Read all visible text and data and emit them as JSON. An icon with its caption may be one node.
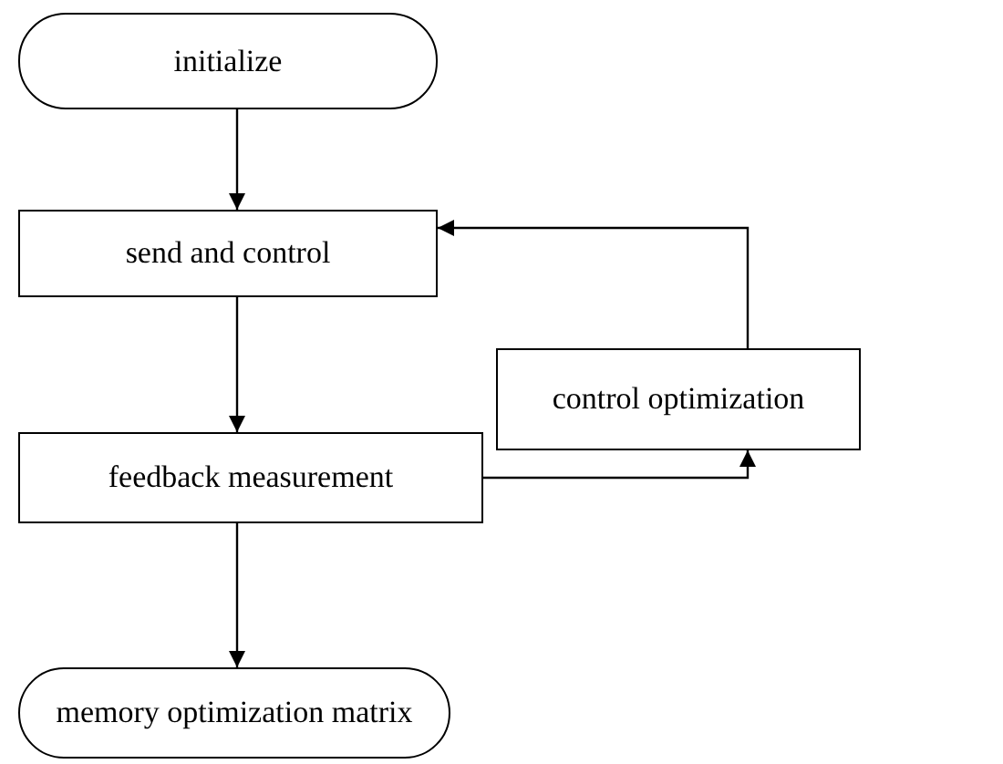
{
  "diagram": {
    "nodes": [
      {
        "text": [
          "initialize"
        ]
      },
      {
        "text": [
          "send and control"
        ]
      },
      {
        "text": [
          "feedback measurement"
        ]
      },
      {
        "text": [
          "memory optimization matrix"
        ]
      },
      {
        "text": [
          "control optimization"
        ]
      }
    ],
    "edges": [
      {
        "from": 0,
        "to": 1,
        "arrow": "to"
      },
      {
        "from": 1,
        "to": 2,
        "arrow": "to"
      },
      {
        "from": 2,
        "to": 3,
        "arrow": "to"
      },
      {
        "from": 2,
        "to": 4,
        "arrow": "to"
      },
      {
        "from": 4,
        "to": 1,
        "arrow": "to"
      }
    ]
  }
}
